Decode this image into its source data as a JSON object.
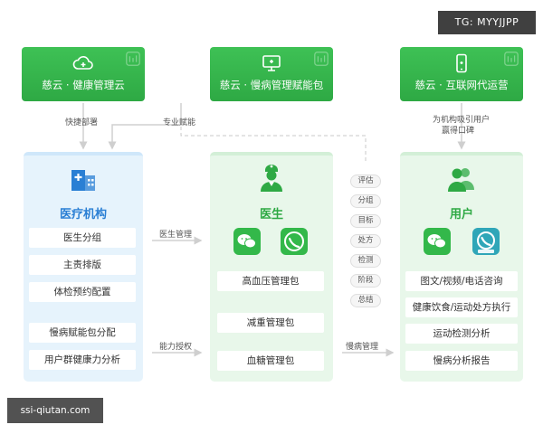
{
  "watermark": {
    "top_right": "TG: MYYJJPP",
    "bottom_left": "ssi-qiutan.com"
  },
  "top_cards": [
    {
      "label": "慈云 · 健康管理云",
      "icon": "cloud-plus-icon"
    },
    {
      "label": "慈云 · 慢病管理赋能包",
      "icon": "monitor-icon"
    },
    {
      "label": "慈云 · 互联网代运营",
      "icon": "phone-icon"
    }
  ],
  "connectors": {
    "quick_deploy": "快捷部署",
    "pro_enable": "专业赋能",
    "attract_users": "为机构吸引用户",
    "win_reputation": "赢得口碑",
    "doctor_management": "医生管理",
    "capability_grant": "能力授权",
    "chronic_management": "慢病管理"
  },
  "columns": {
    "institution": {
      "title": "医疗机构",
      "items": [
        "医生分组",
        "主责排版",
        "体检预约配置",
        "慢病赋能包分配",
        "用户群健康力分析"
      ]
    },
    "doctor": {
      "title": "医生",
      "items": [
        "高血压管理包",
        "减重管理包",
        "血糖管理包"
      ]
    },
    "user": {
      "title": "用户",
      "items": [
        "图文/视频/电话咨询",
        "健康饮食/运动处方执行",
        "运动检测分析",
        "慢病分析报告"
      ]
    }
  },
  "steps": [
    "评估",
    "分组",
    "目标",
    "处方",
    "检测",
    "阶段",
    "总结"
  ],
  "colors": {
    "green": "#33b84a",
    "blue": "#2a7fd4",
    "light_blue": "#e6f3fc",
    "light_green": "#e8f7ea"
  }
}
